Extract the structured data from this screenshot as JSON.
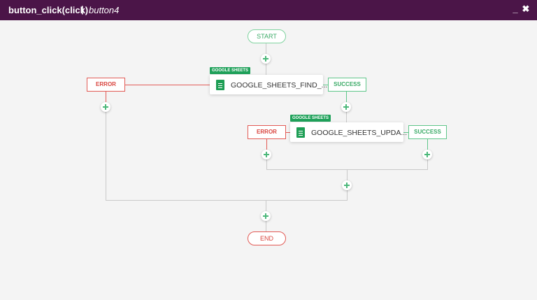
{
  "window": {
    "title": "button_click(click)",
    "separator": "|",
    "subtitle": "button4",
    "minimize_label": "_",
    "close_label": "✖"
  },
  "flow": {
    "start_label": "START",
    "end_label": "END",
    "nodes": [
      {
        "tag": "GOOGLE SHEETS",
        "label": "GOOGLE_SHEETS_FIND_...",
        "icon": "google-sheets-icon",
        "error_label": "ERROR",
        "success_label": "SUCCESS"
      },
      {
        "tag": "GOOGLE SHEETS",
        "label": "GOOGLE_SHEETS_UPDA...",
        "icon": "google-sheets-icon",
        "error_label": "ERROR",
        "success_label": "SUCCESS"
      }
    ]
  },
  "colors": {
    "titlebar": "#4b1548",
    "success": "#3aaa66",
    "error": "#d9453f",
    "sheets_green": "#1fa15a"
  }
}
